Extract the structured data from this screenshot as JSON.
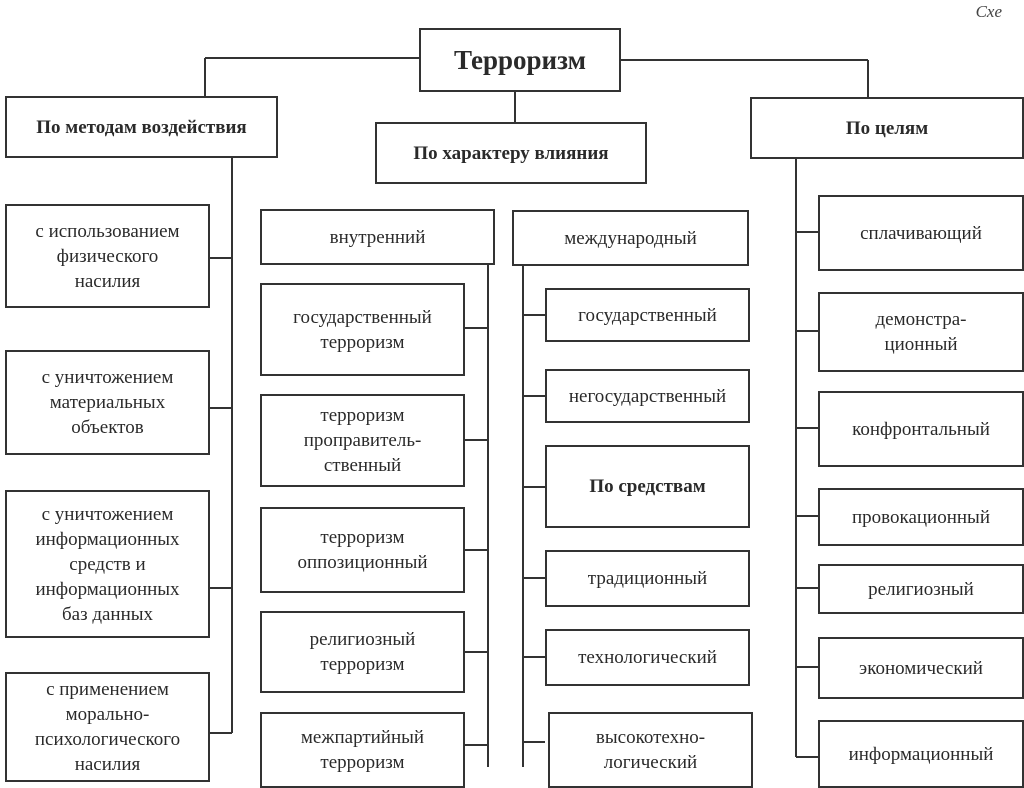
{
  "corner_label": "Схе",
  "nodes": {
    "root": "Терроризм",
    "methods": "По методам воздействия",
    "influence": "По характеру влияния",
    "goals": "По целям",
    "m1": "с использованием\nфизического\nнасилия",
    "m2": "с уничтожением\nматериальных\nобъектов",
    "m3": "с уничтожением\nинформационных\nсредств и\nинформационных\nбаз данных",
    "m4": "с применением\nморально-\nпсихологического\nнасилия",
    "internal": "внутренний",
    "international": "международный",
    "i1": "государственный\nтерроризм",
    "i2": "терроризм\nпроправитель-\nственный",
    "i3": "терроризм\nоппозиционный",
    "i4": "религиозный\nтерроризм",
    "i5": "межпартийный\nтерроризм",
    "n1": "государственный",
    "n2": "негосударственный",
    "means": "По средствам",
    "n3": "традиционный",
    "n4": "технологический",
    "n5": "высокотехно-\nлогический",
    "g1": "сплачивающий",
    "g2": "демонстра-\nционный",
    "g3": "конфронтальный",
    "g4": "провокационный",
    "g5": "религиозный",
    "g6": "экономический",
    "g7": "информационный"
  }
}
